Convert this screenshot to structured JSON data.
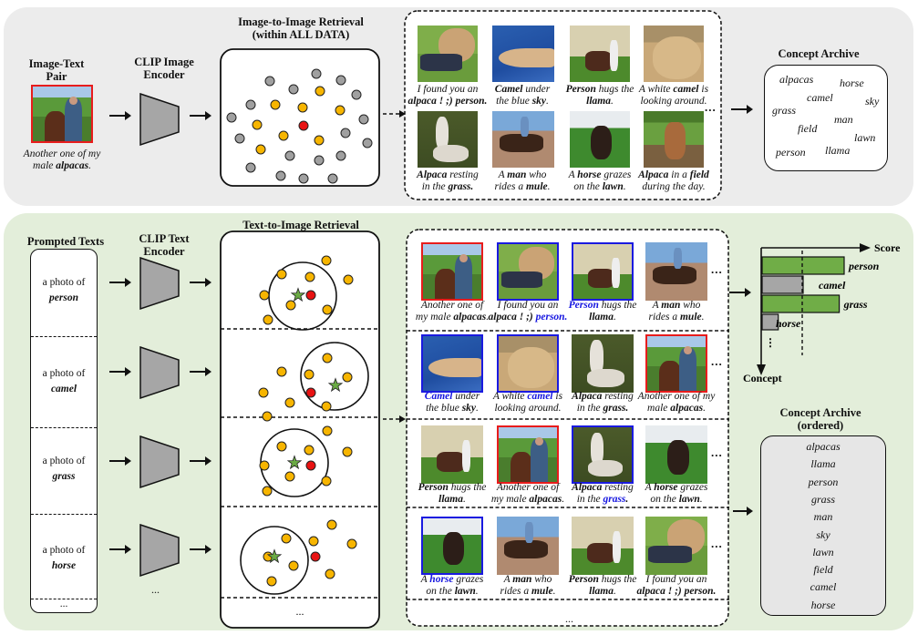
{
  "colors": {
    "top_panel_bg": "#ececec",
    "bottom_panel_bg": "#e3eeda",
    "query_red": "#e81c1c",
    "match_blue": "#1a1ae0",
    "embedding_gray": "#a0a0a0",
    "embedding_yellow": "#f7b500",
    "query_dot_red": "#e81212",
    "star_green": "#6aaa44",
    "bar_green": "#70ad47",
    "bar_gray": "#a6a6a6",
    "encoder_gray": "#a6a6a6"
  },
  "top": {
    "pair_title": "Image-Text Pair",
    "pair_image": "photo-man-with-alpaca",
    "pair_caption": [
      {
        "t": "Another one of my "
      },
      {
        "t": "male "
      },
      {
        "t": "alpacas",
        "b": true
      },
      {
        "t": "."
      }
    ],
    "encoder_title": "CLIP Image Encoder",
    "retrieval_title_1": "Image-to-Image Retrieval",
    "retrieval_title_2": "(within ALL DATA)",
    "retrieved": [
      {
        "image": "photo-person-with-alpaca",
        "caption_l1": [
          {
            "t": "I found you an"
          }
        ],
        "caption_l2": [
          {
            "t": "alpaca ! ;) ",
            "b": true
          },
          {
            "t": "person.",
            "b": true
          }
        ]
      },
      {
        "image": "photo-camel-blue-sky",
        "caption_l1": [
          {
            "t": "Camel",
            "b": true
          },
          {
            "t": " under"
          }
        ],
        "caption_l2": [
          {
            "t": "the blue "
          },
          {
            "t": "sky",
            "b": true
          },
          {
            "t": "."
          }
        ]
      },
      {
        "image": "photo-person-hugs-llama",
        "caption_l1": [
          {
            "t": "Person",
            "b": true
          },
          {
            "t": " hugs the"
          }
        ],
        "caption_l2": [
          {
            "t": "llama",
            "b": true
          },
          {
            "t": "."
          }
        ]
      },
      {
        "image": "photo-white-camel",
        "caption_l1": [
          {
            "t": "A white "
          },
          {
            "t": "camel",
            "b": true
          },
          {
            "t": " is"
          }
        ],
        "caption_l2": [
          {
            "t": "looking around."
          }
        ]
      },
      {
        "image": "photo-alpaca-resting",
        "caption_l1": [
          {
            "t": "Alpaca",
            "b": true
          },
          {
            "t": " resting"
          }
        ],
        "caption_l2": [
          {
            "t": "in the "
          },
          {
            "t": "grass.",
            "b": true
          }
        ]
      },
      {
        "image": "photo-man-rides-mule",
        "caption_l1": [
          {
            "t": "A "
          },
          {
            "t": "man",
            "b": true
          },
          {
            "t": " who"
          }
        ],
        "caption_l2": [
          {
            "t": "rides a "
          },
          {
            "t": "mule",
            "b": true
          },
          {
            "t": "."
          }
        ]
      },
      {
        "image": "photo-horse-grazes",
        "caption_l1": [
          {
            "t": "A "
          },
          {
            "t": "horse",
            "b": true
          },
          {
            "t": " grazes"
          }
        ],
        "caption_l2": [
          {
            "t": "on the "
          },
          {
            "t": "lawn",
            "b": true
          },
          {
            "t": "."
          }
        ]
      },
      {
        "image": "photo-alpaca-field",
        "caption_l1": [
          {
            "t": "Alpaca",
            "b": true
          },
          {
            "t": " in a "
          },
          {
            "t": "field",
            "b": true
          }
        ],
        "caption_l2": [
          {
            "t": "during the day."
          }
        ]
      }
    ],
    "ellipsis": "...",
    "archive_title": "Concept Archive",
    "archive_words": [
      "alpacas",
      "horse",
      "camel",
      "sky",
      "grass",
      "man",
      "field",
      "lawn",
      "person",
      "llama"
    ]
  },
  "bottom": {
    "prompted_title": "Prompted Texts",
    "prompt_prefix": "a photo of",
    "prompts": [
      "person",
      "camel",
      "grass",
      "horse"
    ],
    "encoder_title": "CLIP Text Encoder",
    "retrieval_title": "Text-to-Image Retrieval",
    "ellipsis": "...",
    "rows": [
      [
        {
          "image": "photo-man-with-alpaca",
          "frame": "red",
          "l1": [
            {
              "t": "Another one of"
            }
          ],
          "l2": [
            {
              "t": "my male "
            },
            {
              "t": "alpacas",
              "b": true
            },
            {
              "t": "."
            }
          ]
        },
        {
          "image": "photo-person-with-alpaca",
          "frame": "blue",
          "l1": [
            {
              "t": "I found you an"
            }
          ],
          "l2": [
            {
              "t": "alpaca ! ;) ",
              "b": true
            },
            {
              "t": "person.",
              "b": true,
              "hl": true
            }
          ]
        },
        {
          "image": "photo-person-hugs-llama",
          "frame": "blue",
          "l1": [
            {
              "t": "Person",
              "b": true,
              "hl": true
            },
            {
              "t": " hugs the"
            }
          ],
          "l2": [
            {
              "t": "llama",
              "b": true
            },
            {
              "t": "."
            }
          ]
        },
        {
          "image": "photo-man-rides-mule",
          "frame": "none",
          "l1": [
            {
              "t": "A "
            },
            {
              "t": "man",
              "b": true
            },
            {
              "t": " who"
            }
          ],
          "l2": [
            {
              "t": "rides a "
            },
            {
              "t": "mule",
              "b": true
            },
            {
              "t": "."
            }
          ]
        }
      ],
      [
        {
          "image": "photo-camel-blue-sky",
          "frame": "blue",
          "l1": [
            {
              "t": "Camel",
              "b": true,
              "hl": true
            },
            {
              "t": " under"
            }
          ],
          "l2": [
            {
              "t": "the blue "
            },
            {
              "t": "sky",
              "b": true
            },
            {
              "t": "."
            }
          ]
        },
        {
          "image": "photo-white-camel",
          "frame": "blue",
          "l1": [
            {
              "t": "A white "
            },
            {
              "t": "camel",
              "b": true,
              "hl": true
            },
            {
              "t": " is"
            }
          ],
          "l2": [
            {
              "t": "looking around."
            }
          ]
        },
        {
          "image": "photo-alpaca-resting",
          "frame": "none",
          "l1": [
            {
              "t": "Alpaca",
              "b": true
            },
            {
              "t": " resting"
            }
          ],
          "l2": [
            {
              "t": "in the "
            },
            {
              "t": "grass.",
              "b": true
            }
          ]
        },
        {
          "image": "photo-man-with-alpaca",
          "frame": "red",
          "l1": [
            {
              "t": "Another one of my"
            }
          ],
          "l2": [
            {
              "t": "male "
            },
            {
              "t": "alpacas",
              "b": true
            },
            {
              "t": "."
            }
          ]
        }
      ],
      [
        {
          "image": "photo-person-hugs-llama",
          "frame": "none",
          "l1": [
            {
              "t": "Person",
              "b": true
            },
            {
              "t": " hugs the"
            }
          ],
          "l2": [
            {
              "t": "llama",
              "b": true
            },
            {
              "t": "."
            }
          ]
        },
        {
          "image": "photo-man-with-alpaca",
          "frame": "red",
          "l1": [
            {
              "t": "Another one of"
            }
          ],
          "l2": [
            {
              "t": "my male "
            },
            {
              "t": "alpacas",
              "b": true
            },
            {
              "t": "."
            }
          ]
        },
        {
          "image": "photo-alpaca-resting",
          "frame": "blue",
          "l1": [
            {
              "t": "Alpaca",
              "b": true
            },
            {
              "t": " resting"
            }
          ],
          "l2": [
            {
              "t": "in the "
            },
            {
              "t": "grass",
              "b": true,
              "hl": true
            },
            {
              "t": ".",
              "b": true
            }
          ]
        },
        {
          "image": "photo-horse-grazes",
          "frame": "none",
          "l1": [
            {
              "t": "A "
            },
            {
              "t": "horse",
              "b": true
            },
            {
              "t": " grazes"
            }
          ],
          "l2": [
            {
              "t": "on the "
            },
            {
              "t": "lawn",
              "b": true
            },
            {
              "t": "."
            }
          ]
        }
      ],
      [
        {
          "image": "photo-horse-grazes",
          "frame": "blue",
          "l1": [
            {
              "t": "A "
            },
            {
              "t": "horse",
              "b": true,
              "hl": true
            },
            {
              "t": " grazes"
            }
          ],
          "l2": [
            {
              "t": "on the "
            },
            {
              "t": "lawn",
              "b": true
            },
            {
              "t": "."
            }
          ]
        },
        {
          "image": "photo-man-rides-mule",
          "frame": "none",
          "l1": [
            {
              "t": "A "
            },
            {
              "t": "man",
              "b": true
            },
            {
              "t": " who"
            }
          ],
          "l2": [
            {
              "t": "rides a "
            },
            {
              "t": "mule",
              "b": true
            },
            {
              "t": "."
            }
          ]
        },
        {
          "image": "photo-person-hugs-llama",
          "frame": "none",
          "l1": [
            {
              "t": "Person",
              "b": true
            },
            {
              "t": " hugs the"
            }
          ],
          "l2": [
            {
              "t": "llama",
              "b": true
            },
            {
              "t": "."
            }
          ]
        },
        {
          "image": "photo-person-with-alpaca",
          "frame": "none",
          "l1": [
            {
              "t": "I found you an"
            }
          ],
          "l2": [
            {
              "t": "alpaca ! ;) person.",
              "b": true
            }
          ]
        }
      ]
    ],
    "score_chart": {
      "x_axis_label": "Score",
      "y_axis_label": "Concept",
      "threshold": 0.5,
      "bars": [
        {
          "concept": "person",
          "score": 1.0,
          "above_threshold": true
        },
        {
          "concept": "camel",
          "score": 0.5,
          "above_threshold": false
        },
        {
          "concept": "grass",
          "score": 0.94,
          "above_threshold": true
        },
        {
          "concept": "horse",
          "score": 0.13,
          "above_threshold": false
        }
      ],
      "more": "⋮"
    },
    "ordered_title_1": "Concept Archive",
    "ordered_title_2": "(ordered)",
    "ordered_words": [
      "alpacas",
      "llama",
      "person",
      "grass",
      "man",
      "sky",
      "lawn",
      "field",
      "camel",
      "horse"
    ]
  }
}
